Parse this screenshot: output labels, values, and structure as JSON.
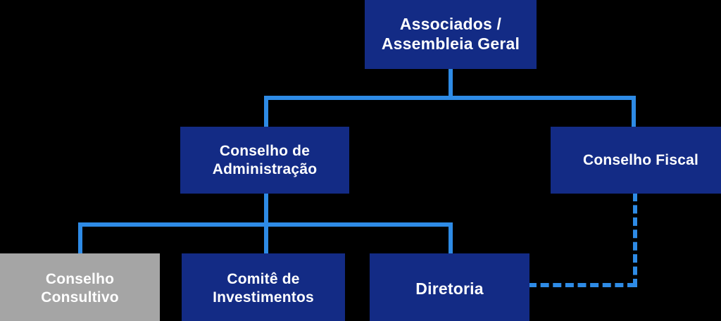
{
  "diagram": {
    "type": "organizational-chart",
    "title": "",
    "language": "pt-BR",
    "colors": {
      "background": "#000000",
      "node_primary": "#132b85",
      "node_secondary": "#a5a5a5",
      "connector": "#2e8be6",
      "node_text": "#ffffff"
    },
    "nodes": [
      {
        "id": "assembleia",
        "label": "Associados /\nAssembleia Geral",
        "level": 1,
        "style": "navy"
      },
      {
        "id": "conselho-administracao",
        "label": "Conselho de\nAdministração",
        "level": 2,
        "style": "navy"
      },
      {
        "id": "conselho-fiscal",
        "label": "Conselho  Fiscal",
        "level": 2,
        "style": "navy"
      },
      {
        "id": "conselho-consultivo",
        "label": "Conselho\nConsultivo",
        "level": 3,
        "style": "gray"
      },
      {
        "id": "comite-investimentos",
        "label": "Comitê de\nInvestimentos",
        "level": 3,
        "style": "navy"
      },
      {
        "id": "diretoria",
        "label": "Diretoria",
        "level": 3,
        "style": "navy"
      }
    ],
    "edges": [
      {
        "from": "assembleia",
        "to": "conselho-administracao",
        "style": "solid"
      },
      {
        "from": "assembleia",
        "to": "conselho-fiscal",
        "style": "solid"
      },
      {
        "from": "conselho-administracao",
        "to": "conselho-consultivo",
        "style": "solid"
      },
      {
        "from": "conselho-administracao",
        "to": "comite-investimentos",
        "style": "solid"
      },
      {
        "from": "conselho-administracao",
        "to": "diretoria",
        "style": "solid"
      },
      {
        "from": "conselho-fiscal",
        "to": "diretoria",
        "style": "dashed"
      }
    ]
  }
}
